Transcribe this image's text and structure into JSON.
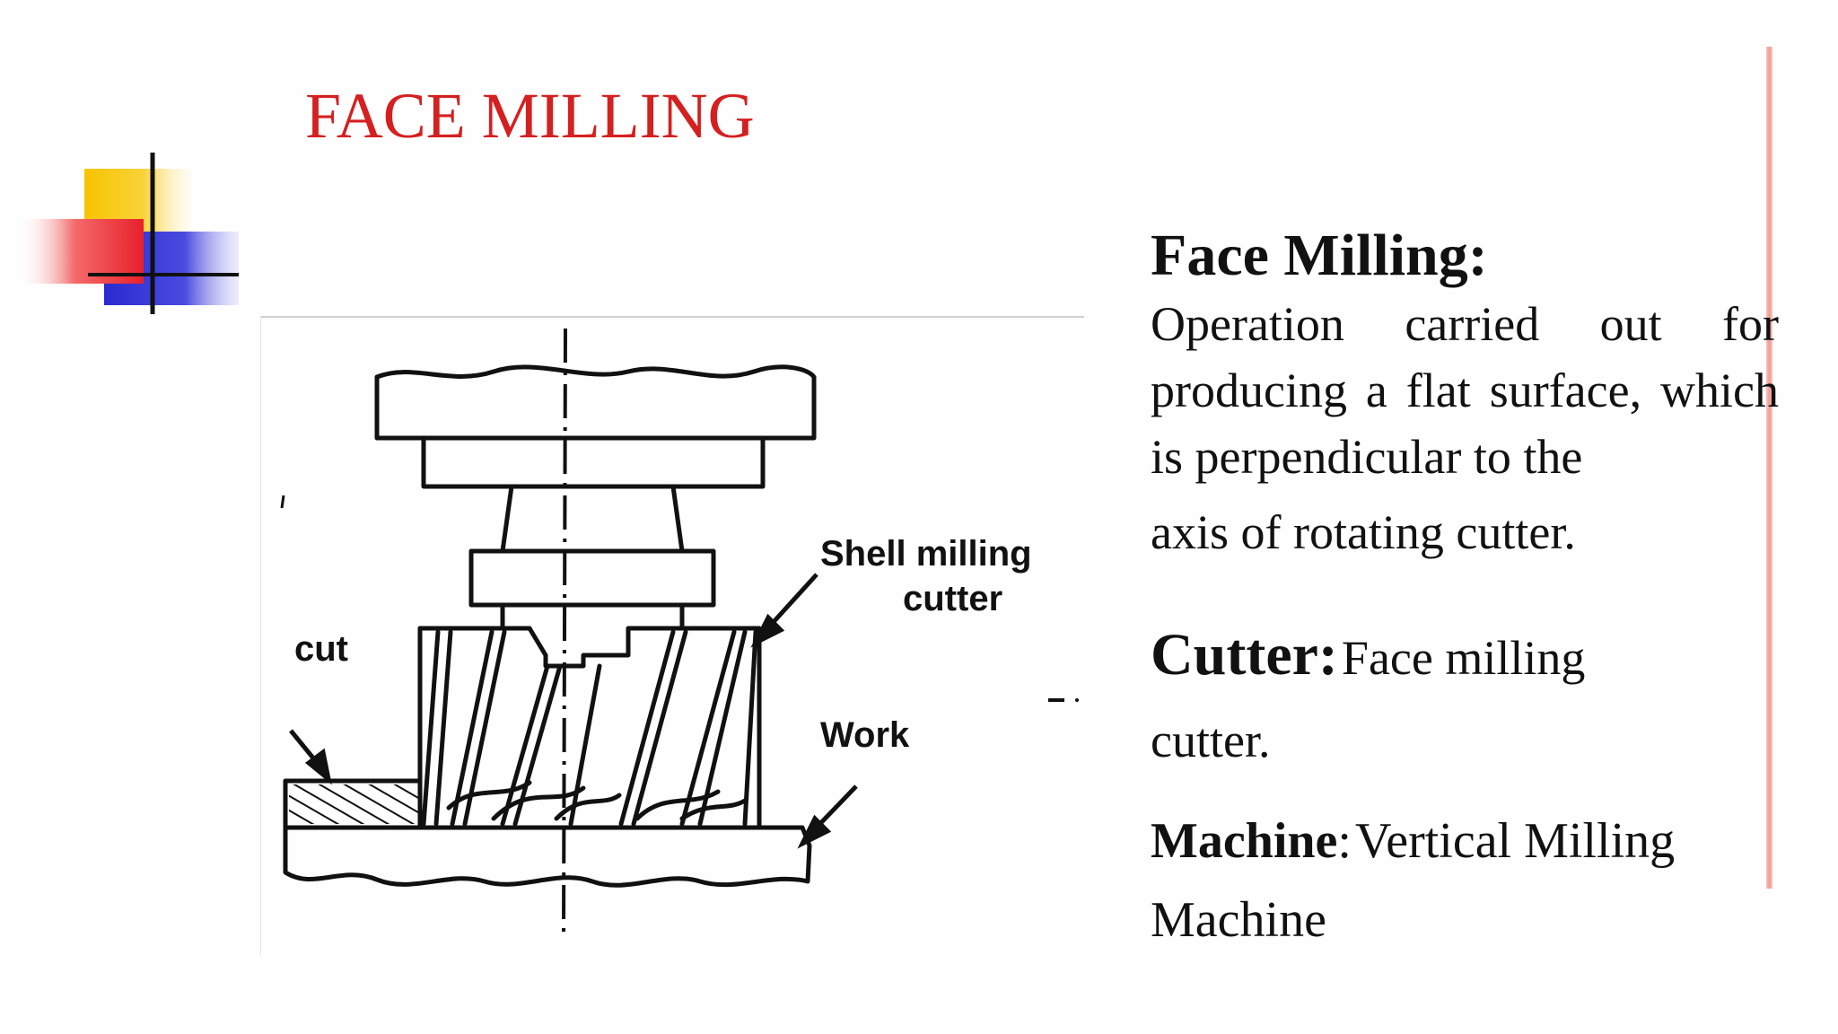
{
  "slide": {
    "title": "FACE MILLING",
    "title_color": "#d42020",
    "accent_rule_color": "#f29a92"
  },
  "diagram": {
    "labels": {
      "shell_cutter_line1": "Shell milling",
      "shell_cutter_line2": "cutter",
      "work": "Work",
      "cut": "cut"
    }
  },
  "content": {
    "face_milling_heading": "Face Milling:",
    "face_milling_desc_1": "Operation carried out for producing a flat surface, which is perpendicular to the",
    "face_milling_desc_2": "axis of rotating cutter.",
    "cutter_label": "Cutter:",
    "cutter_value_1": "Face milling",
    "cutter_value_2": "cutter.",
    "machine_label": "Machine",
    "machine_colon": ":",
    "machine_value_1": "Vertical Milling",
    "machine_value_2": "Machine"
  }
}
